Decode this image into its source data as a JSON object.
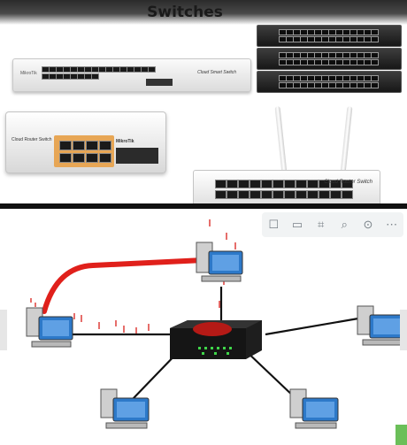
{
  "slide": {
    "title": "Switches",
    "devices": {
      "switch1": {
        "brand": "MikroTik",
        "model": "Cloud Smart Switch"
      },
      "switch2": {
        "brand": "Cloud Router Switch",
        "logo": "MikroTik"
      },
      "switch3": {
        "model": "Cloud Router Switch"
      }
    }
  },
  "viewer_toolbar": {
    "buttons": [
      {
        "icon": "comment-icon",
        "glyph": "☐"
      },
      {
        "icon": "stack-icon",
        "glyph": "▭"
      },
      {
        "icon": "crop-icon",
        "glyph": "⌗"
      },
      {
        "icon": "zoom-icon",
        "glyph": "⌕"
      },
      {
        "icon": "download-icon",
        "glyph": "⊙"
      },
      {
        "icon": "more-icon",
        "glyph": "⋯"
      }
    ]
  },
  "colors": {
    "cable": "#111111",
    "highlight": "#e0201b",
    "switch_dark": "#1e1e1e",
    "monitor_blue": "#2d79c9"
  }
}
